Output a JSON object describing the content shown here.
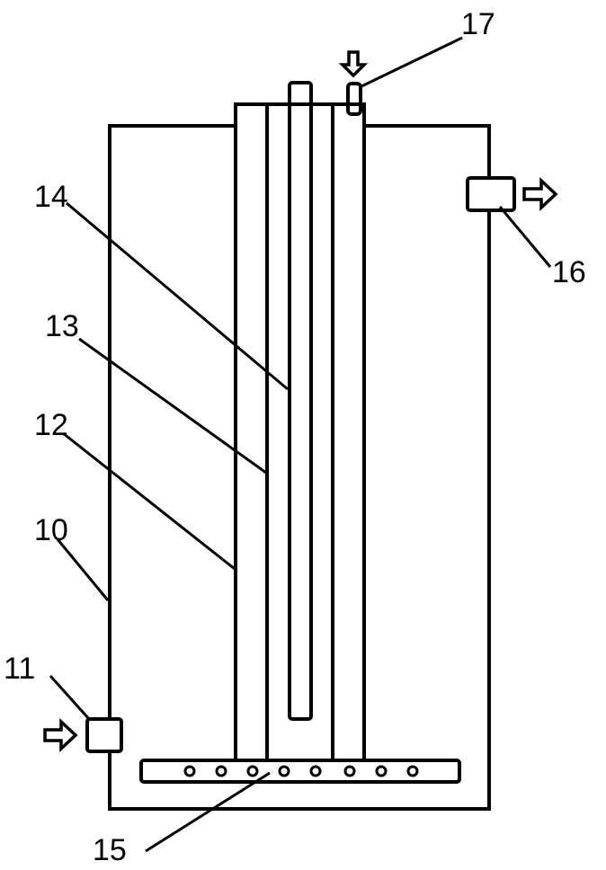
{
  "labels": {
    "vessel": "10",
    "inlet": "11",
    "outer_tube": "12",
    "middle_tube": "13",
    "inner_tube": "14",
    "distributor": "15",
    "outlet": "16",
    "feed_port": "17"
  },
  "icons": {
    "inlet_arrow": "arrow-right-icon",
    "outlet_arrow": "arrow-right-icon",
    "feed_arrow": "arrow-down-icon"
  },
  "colors": {
    "line": "#000000",
    "background": "#ffffff"
  }
}
